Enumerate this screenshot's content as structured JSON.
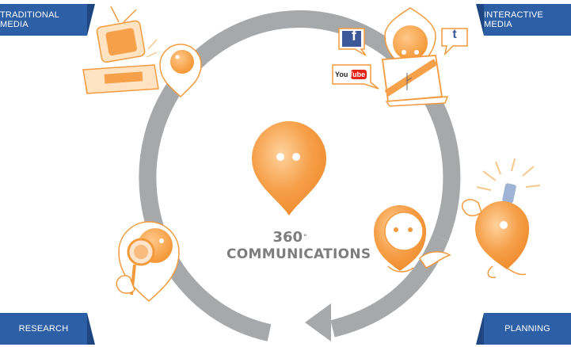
{
  "labels": {
    "traditional_media": "TRADITIONAL MEDIA",
    "interactive_media": "INTERACTIVE MEDIA",
    "research": "RESEARCH",
    "planning": "PLANNING"
  },
  "center": {
    "number": "360",
    "degree": "°",
    "word": "COMMUNICATIONS"
  },
  "social": {
    "facebook": "f",
    "tumblr": "t",
    "youtube_you": "You",
    "youtube_tube": "Tube"
  },
  "colors": {
    "label_bg": "#2d5fa6",
    "ring": "#a7a8aa",
    "orange": "#f6a04a",
    "orange_dark": "#ee8a2b",
    "outline": "#f39a3c"
  },
  "icons": {
    "top_left": "tv-character-icon",
    "top_right": "laptop-character-icon",
    "bottom_left": "magnifier-character-icon",
    "bottom_right": "presenting-character-icon",
    "far_right": "idea-character-icon",
    "center": "map-pin-character-icon"
  }
}
